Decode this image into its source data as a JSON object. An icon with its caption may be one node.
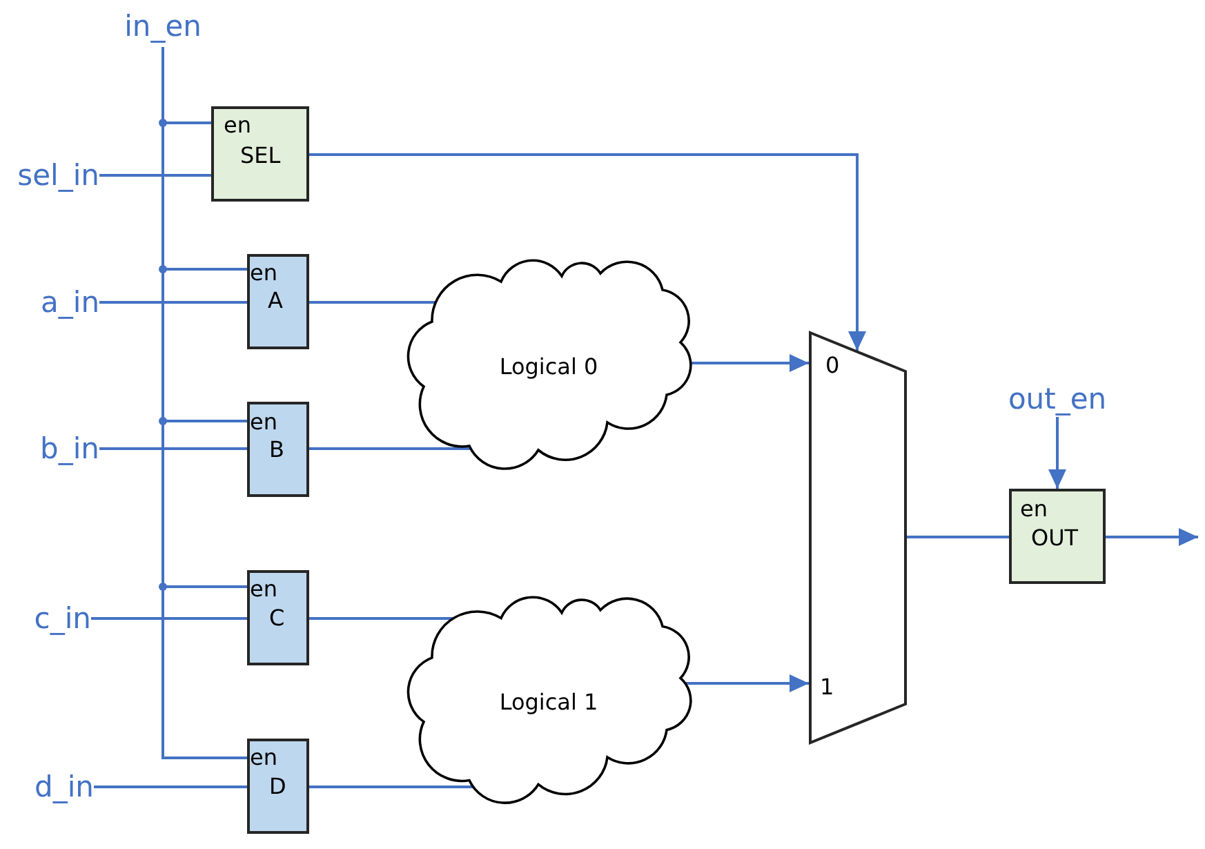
{
  "diagram": {
    "nodes": [
      {
        "text": [
          "in_en"
        ]
      },
      {
        "text": [
          "sel_in"
        ]
      },
      {
        "text": [
          "en",
          "SEL"
        ]
      },
      {
        "text": [
          "a_in"
        ]
      },
      {
        "text": [
          "en",
          "A"
        ]
      },
      {
        "text": [
          "Logical 0"
        ]
      },
      {
        "text": [
          "b_in"
        ]
      },
      {
        "text": [
          "en",
          "B"
        ]
      },
      {
        "text": [
          "0",
          "1"
        ]
      },
      {
        "text": [
          "out_en"
        ]
      },
      {
        "text": [
          "en",
          "OUT"
        ]
      },
      {
        "text": [
          "c_in"
        ]
      },
      {
        "text": [
          "en",
          "C"
        ]
      },
      {
        "text": [
          "Logical 1"
        ]
      },
      {
        "text": [
          "d_in"
        ]
      },
      {
        "text": [
          "en",
          "D"
        ]
      }
    ],
    "edges": [
      {
        "from": 0,
        "to": 2,
        "arrow": "none"
      },
      {
        "from": 0,
        "to": 4,
        "arrow": "none"
      },
      {
        "from": 0,
        "to": 7,
        "arrow": "none"
      },
      {
        "from": 0,
        "to": 12,
        "arrow": "none"
      },
      {
        "from": 0,
        "to": 15,
        "arrow": "none"
      },
      {
        "from": 1,
        "to": 2,
        "arrow": "none"
      },
      {
        "from": 3,
        "to": 4,
        "arrow": "none"
      },
      {
        "from": 6,
        "to": 7,
        "arrow": "none"
      },
      {
        "from": 11,
        "to": 12,
        "arrow": "none"
      },
      {
        "from": 14,
        "to": 15,
        "arrow": "none"
      },
      {
        "from": 2,
        "to": 8,
        "arrow": "to"
      },
      {
        "from": 4,
        "to": 5,
        "arrow": "none"
      },
      {
        "from": 7,
        "to": 5,
        "arrow": "none"
      },
      {
        "from": 12,
        "to": 13,
        "arrow": "none"
      },
      {
        "from": 15,
        "to": 13,
        "arrow": "none"
      },
      {
        "from": 5,
        "to": 8,
        "arrow": "to"
      },
      {
        "from": 13,
        "to": 8,
        "arrow": "to"
      },
      {
        "from": 8,
        "to": 10,
        "arrow": "none"
      },
      {
        "from": 9,
        "to": 10,
        "arrow": "to"
      },
      {
        "from": 10,
        "to": null,
        "arrow": "to"
      }
    ]
  }
}
